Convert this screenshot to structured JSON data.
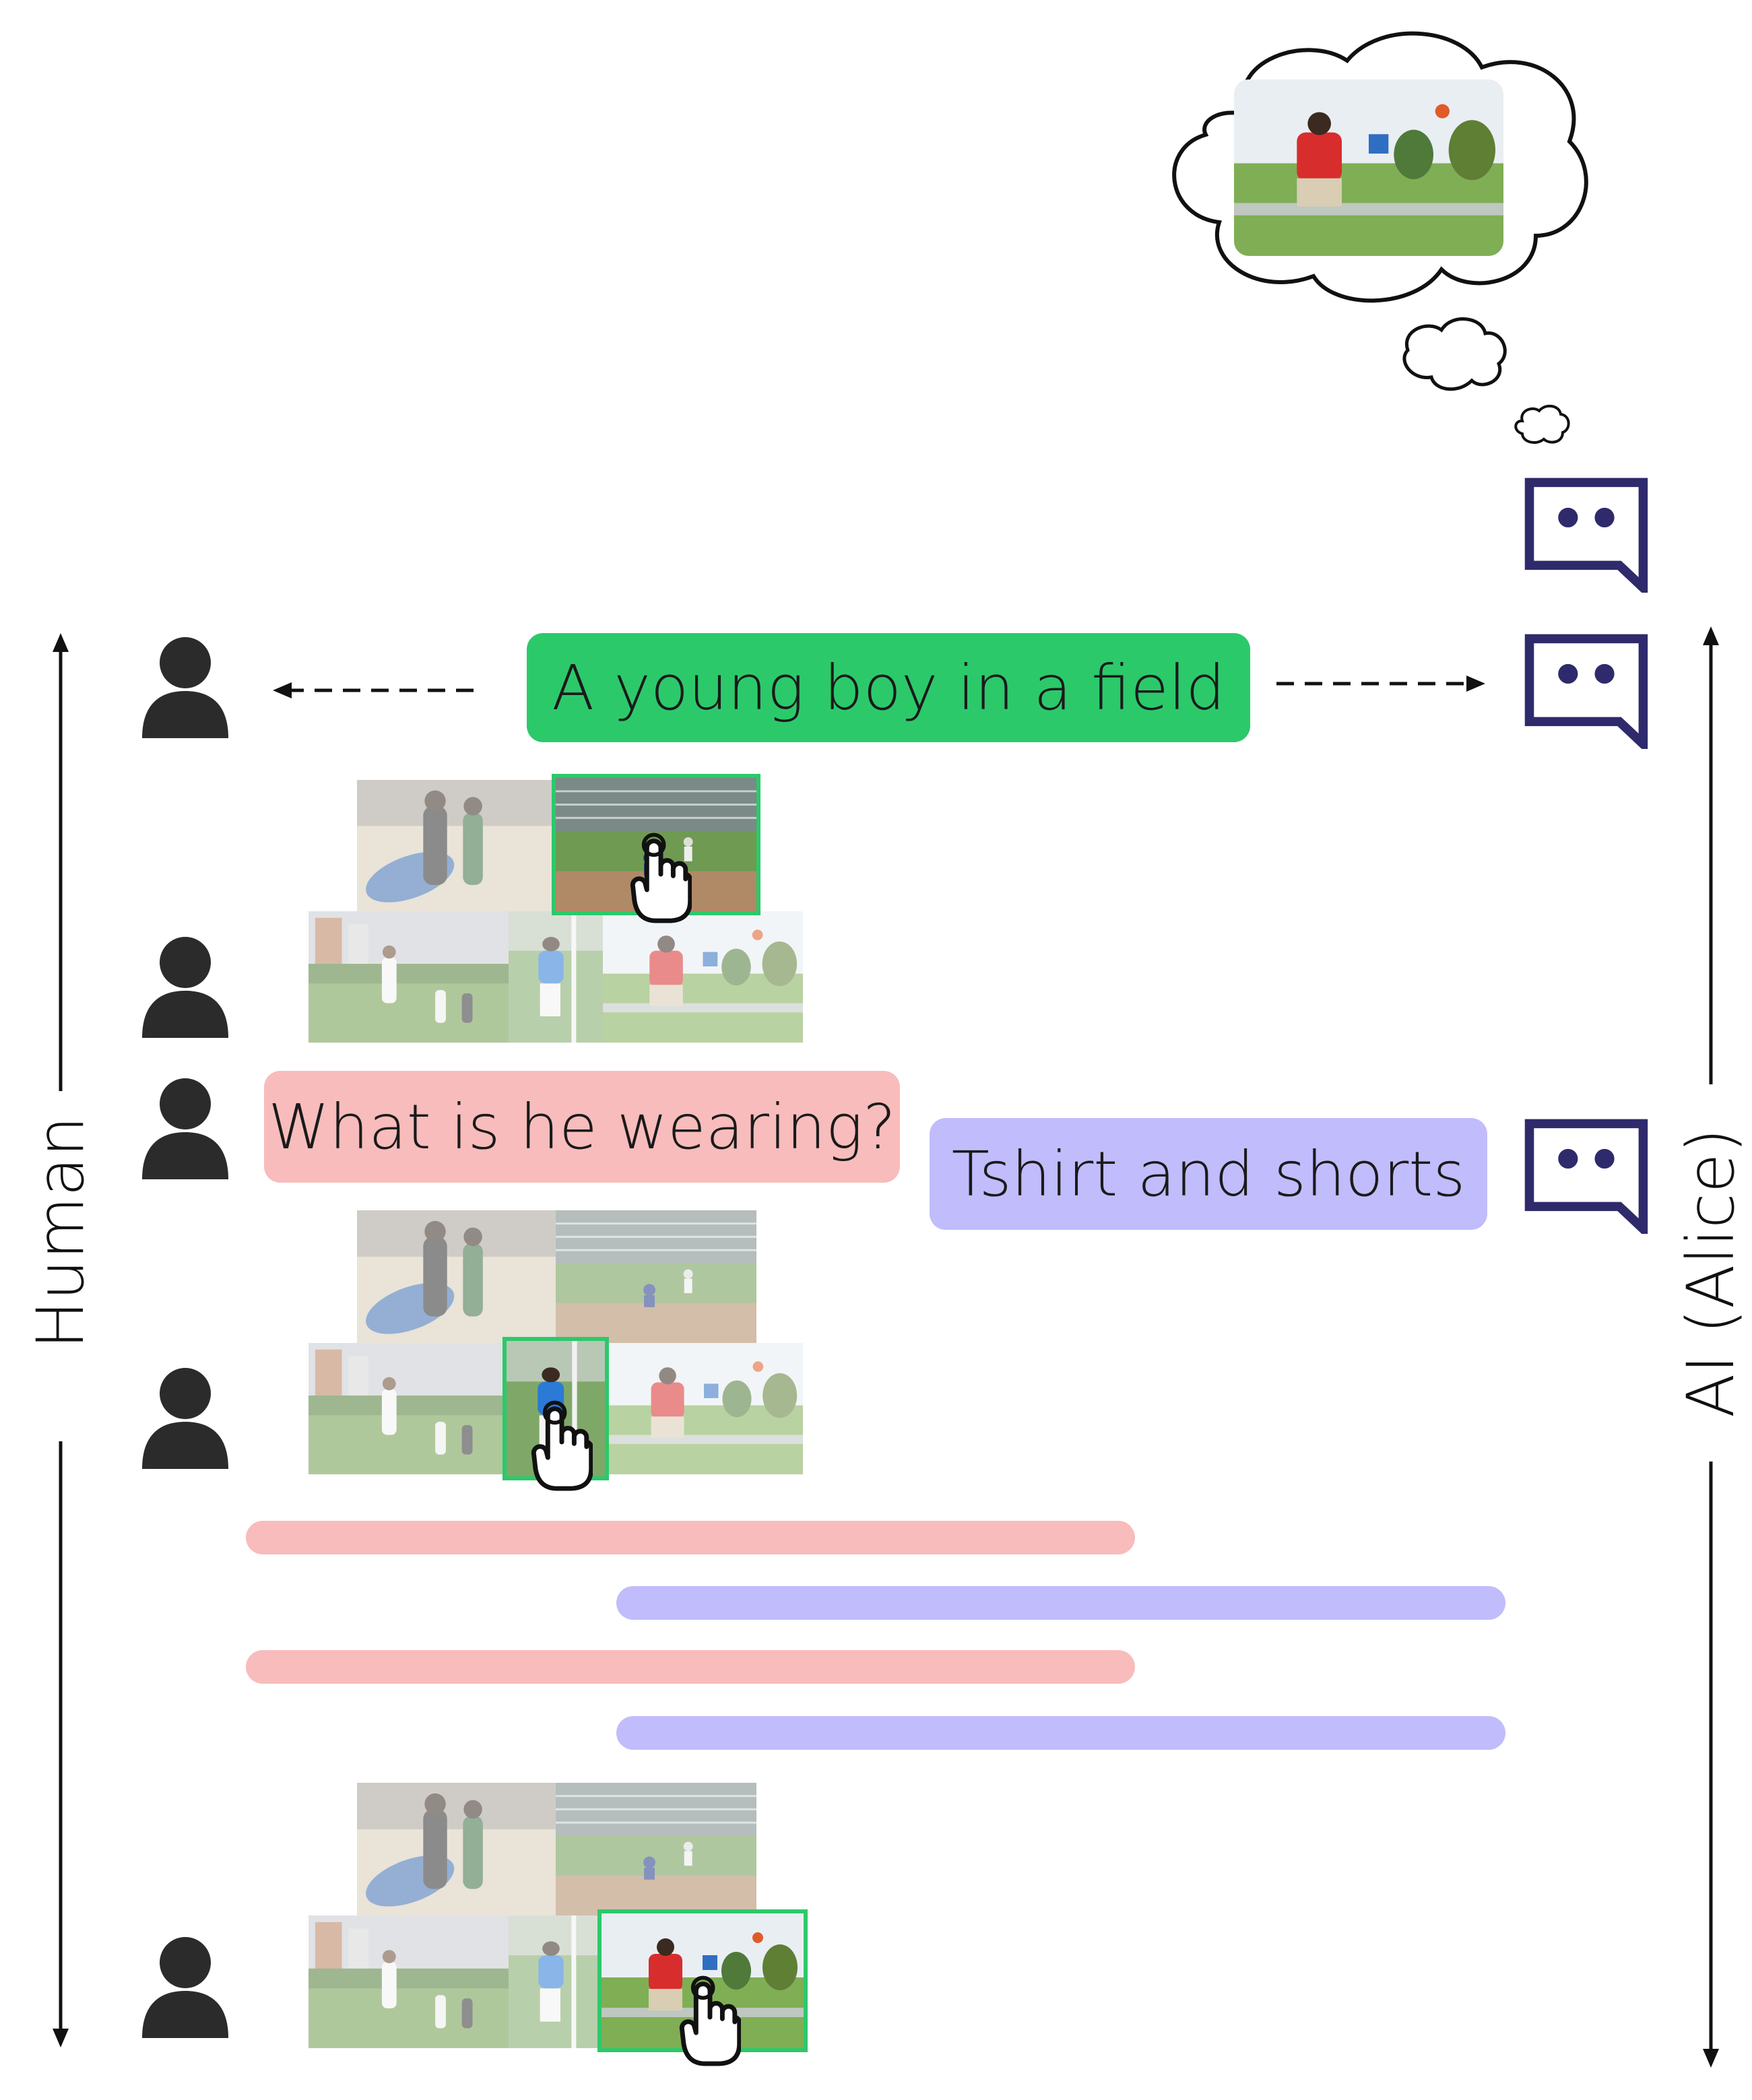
{
  "axes": {
    "human_label": "Human",
    "ai_label": "AI (Alice)"
  },
  "dialog": {
    "caption": "A young boy in a field",
    "question": "What is he wearing?",
    "answer": "Tshirt and shorts"
  },
  "colors": {
    "caption": "#2cc96b",
    "question": "#f8bcbc",
    "answer": "#c1bcfb",
    "bot_icon": "#2f2a6b",
    "person_icon": "#2b2b2b",
    "selection": "#2cc96b"
  },
  "icons": {
    "human": "person-icon",
    "ai": "chat-bot-icon",
    "pointer": "hand-pointer-icon",
    "thought": "thought-cloud-icon"
  },
  "image_pool": [
    "surfers-on-beach",
    "baseball-game",
    "kids-playing-soccer",
    "tennis-player",
    "man-running-in-park"
  ],
  "guesses": [
    {
      "round": 1,
      "selected": "baseball-game"
    },
    {
      "round": 2,
      "selected": "tennis-player"
    },
    {
      "round": 3,
      "selected": "man-running-in-park"
    }
  ]
}
